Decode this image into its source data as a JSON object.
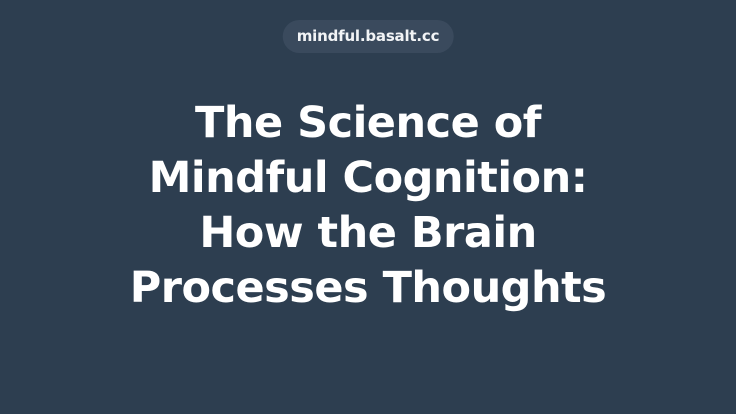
{
  "site": {
    "domain": "mindful.basalt.cc"
  },
  "headline": {
    "lines": [
      "The Science of",
      "Mindful Cognition:",
      "How the Brain",
      "Processes Thoughts"
    ]
  },
  "colors": {
    "background": "#2d3e50",
    "pill_background": "#3a4a5d",
    "text": "#ffffff"
  }
}
